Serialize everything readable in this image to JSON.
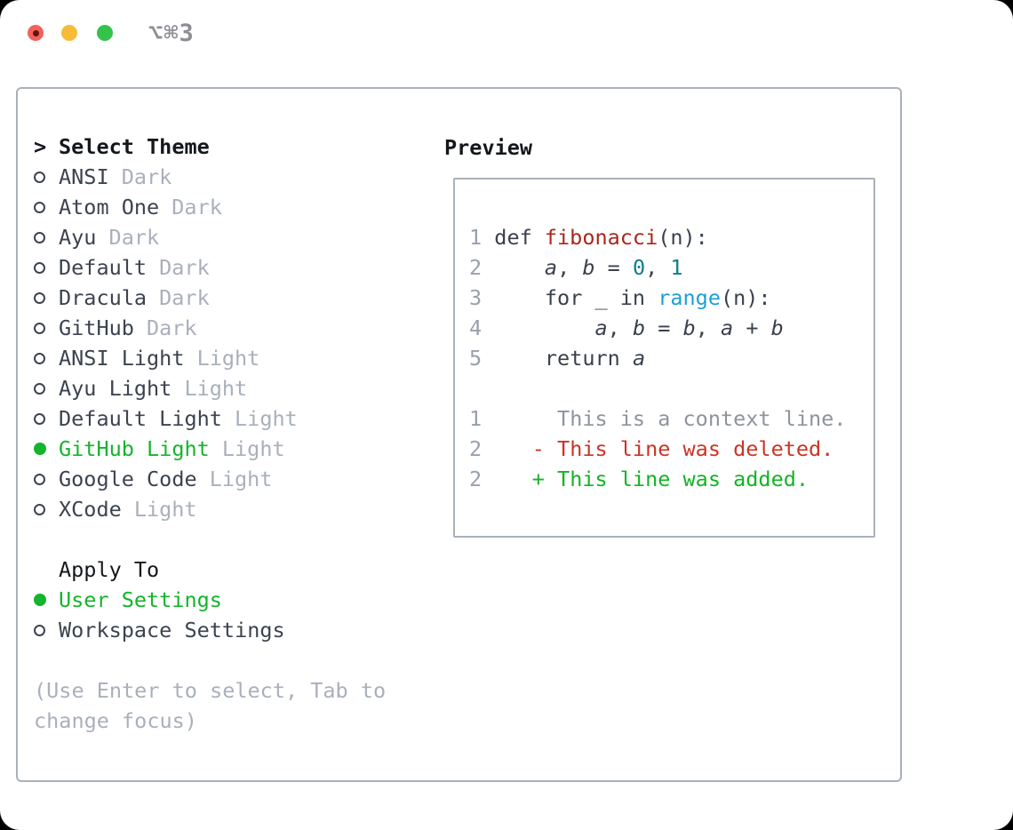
{
  "window": {
    "title": "⌥⌘3"
  },
  "titlebar": {
    "buttons": [
      {
        "name": "close",
        "color": "#f2615a"
      },
      {
        "name": "minimize",
        "color": "#f7bb38"
      },
      {
        "name": "zoom",
        "color": "#35c24b"
      }
    ]
  },
  "colors": {
    "selection_green": "#14b42c",
    "added_green": "#12b425",
    "deleted_red": "#cb3425",
    "function_red": "#a8281d",
    "literal_teal": "#0e7e8c",
    "builtin_blue": "#1c9fd8",
    "muted_gray": "#a9b0bb",
    "border_gray": "#a9b1ba"
  },
  "theme_list": {
    "header_marker": ">",
    "header": "Select Theme",
    "items": [
      {
        "name": "ANSI",
        "tag": "Dark",
        "selected": false
      },
      {
        "name": "Atom One",
        "tag": "Dark",
        "selected": false
      },
      {
        "name": "Ayu",
        "tag": "Dark",
        "selected": false
      },
      {
        "name": "Default",
        "tag": "Dark",
        "selected": false
      },
      {
        "name": "Dracula",
        "tag": "Dark",
        "selected": false
      },
      {
        "name": "GitHub",
        "tag": "Dark",
        "selected": false
      },
      {
        "name": "ANSI Light",
        "tag": "Light",
        "selected": false
      },
      {
        "name": "Ayu Light",
        "tag": "Light",
        "selected": false
      },
      {
        "name": "Default Light",
        "tag": "Light",
        "selected": false
      },
      {
        "name": "GitHub Light",
        "tag": "Light",
        "selected": true
      },
      {
        "name": "Google Code",
        "tag": "Light",
        "selected": false
      },
      {
        "name": "XCode",
        "tag": "Light",
        "selected": false
      }
    ]
  },
  "apply_to": {
    "header": "Apply To",
    "options": [
      {
        "label": "User Settings",
        "selected": true
      },
      {
        "label": "Workspace Settings",
        "selected": false
      }
    ]
  },
  "hint_lines": [
    "(Use Enter to select, Tab to",
    "change focus)"
  ],
  "preview": {
    "title": "Preview",
    "lines": [
      [
        [
          "num",
          "1 "
        ],
        [
          "plain",
          "def "
        ],
        [
          "fn",
          "fibonacci"
        ],
        [
          "plain",
          "(n):"
        ]
      ],
      [
        [
          "num",
          "2"
        ],
        [
          "plain",
          "     "
        ],
        [
          "var",
          "a"
        ],
        [
          "plain",
          ", "
        ],
        [
          "var",
          "b"
        ],
        [
          "plain",
          " = "
        ],
        [
          "lit",
          "0"
        ],
        [
          "plain",
          ", "
        ],
        [
          "lit",
          "1"
        ]
      ],
      [
        [
          "num",
          "3"
        ],
        [
          "plain",
          "     for _ in "
        ],
        [
          "call",
          "range"
        ],
        [
          "plain",
          "(n):"
        ]
      ],
      [
        [
          "num",
          "4"
        ],
        [
          "plain",
          "         "
        ],
        [
          "var",
          "a"
        ],
        [
          "plain",
          ", "
        ],
        [
          "var",
          "b"
        ],
        [
          "plain",
          " = "
        ],
        [
          "var",
          "b"
        ],
        [
          "plain",
          ", "
        ],
        [
          "var",
          "a"
        ],
        [
          "plain",
          " + "
        ],
        [
          "var",
          "b"
        ]
      ],
      [
        [
          "num",
          "5"
        ],
        [
          "plain",
          "     return "
        ],
        [
          "var",
          "a"
        ]
      ],
      [],
      [
        [
          "num",
          "1"
        ],
        [
          "ctx",
          "      This is a context line."
        ]
      ],
      [
        [
          "num",
          "2"
        ],
        [
          "plain",
          "    "
        ],
        [
          "del",
          "- This line was deleted."
        ]
      ],
      [
        [
          "num",
          "2"
        ],
        [
          "plain",
          "    "
        ],
        [
          "add",
          "+ This line was added."
        ]
      ]
    ]
  }
}
